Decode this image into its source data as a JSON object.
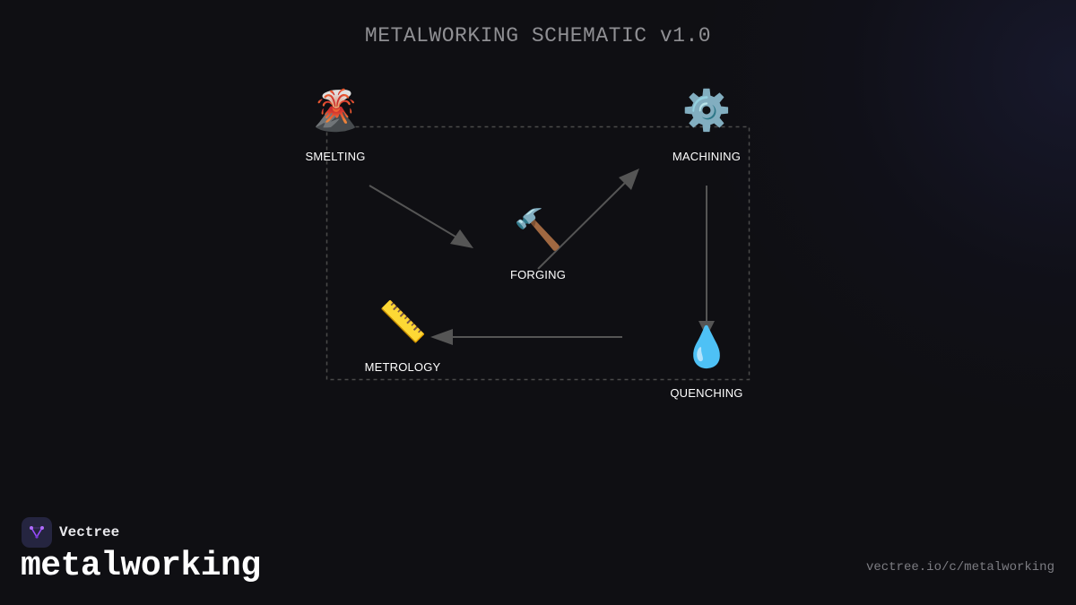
{
  "title": "METALWORKING SCHEMATIC v1.0",
  "nodes": {
    "smelting": {
      "icon": "🌋",
      "icon_name": "volcano-icon",
      "label": "SMELTING"
    },
    "machining": {
      "icon": "⚙️",
      "icon_name": "gear-icon",
      "label": "MACHINING"
    },
    "forging": {
      "icon": "🔨",
      "icon_name": "hammer-icon",
      "label": "FORGING"
    },
    "metrology": {
      "icon": "📏",
      "icon_name": "ruler-icon",
      "label": "METROLOGY"
    },
    "quenching": {
      "icon": "💧",
      "icon_name": "droplet-icon",
      "label": "QUENCHING"
    }
  },
  "edges": [
    {
      "from": "SMELTING",
      "to": "FORGING"
    },
    {
      "from": "FORGING",
      "to": "MACHINING"
    },
    {
      "from": "MACHINING",
      "to": "QUENCHING"
    },
    {
      "from": "QUENCHING",
      "to": "METROLOGY"
    }
  ],
  "brand": {
    "name": "Vectree",
    "course": "metalworking",
    "url": "vectree.io/c/metalworking"
  },
  "colors": {
    "background": "#0f0f13",
    "edge": "#555555",
    "boundary": "#4a4a4a",
    "title": "#8f8f93",
    "logo_accent": "#9b4dff"
  }
}
